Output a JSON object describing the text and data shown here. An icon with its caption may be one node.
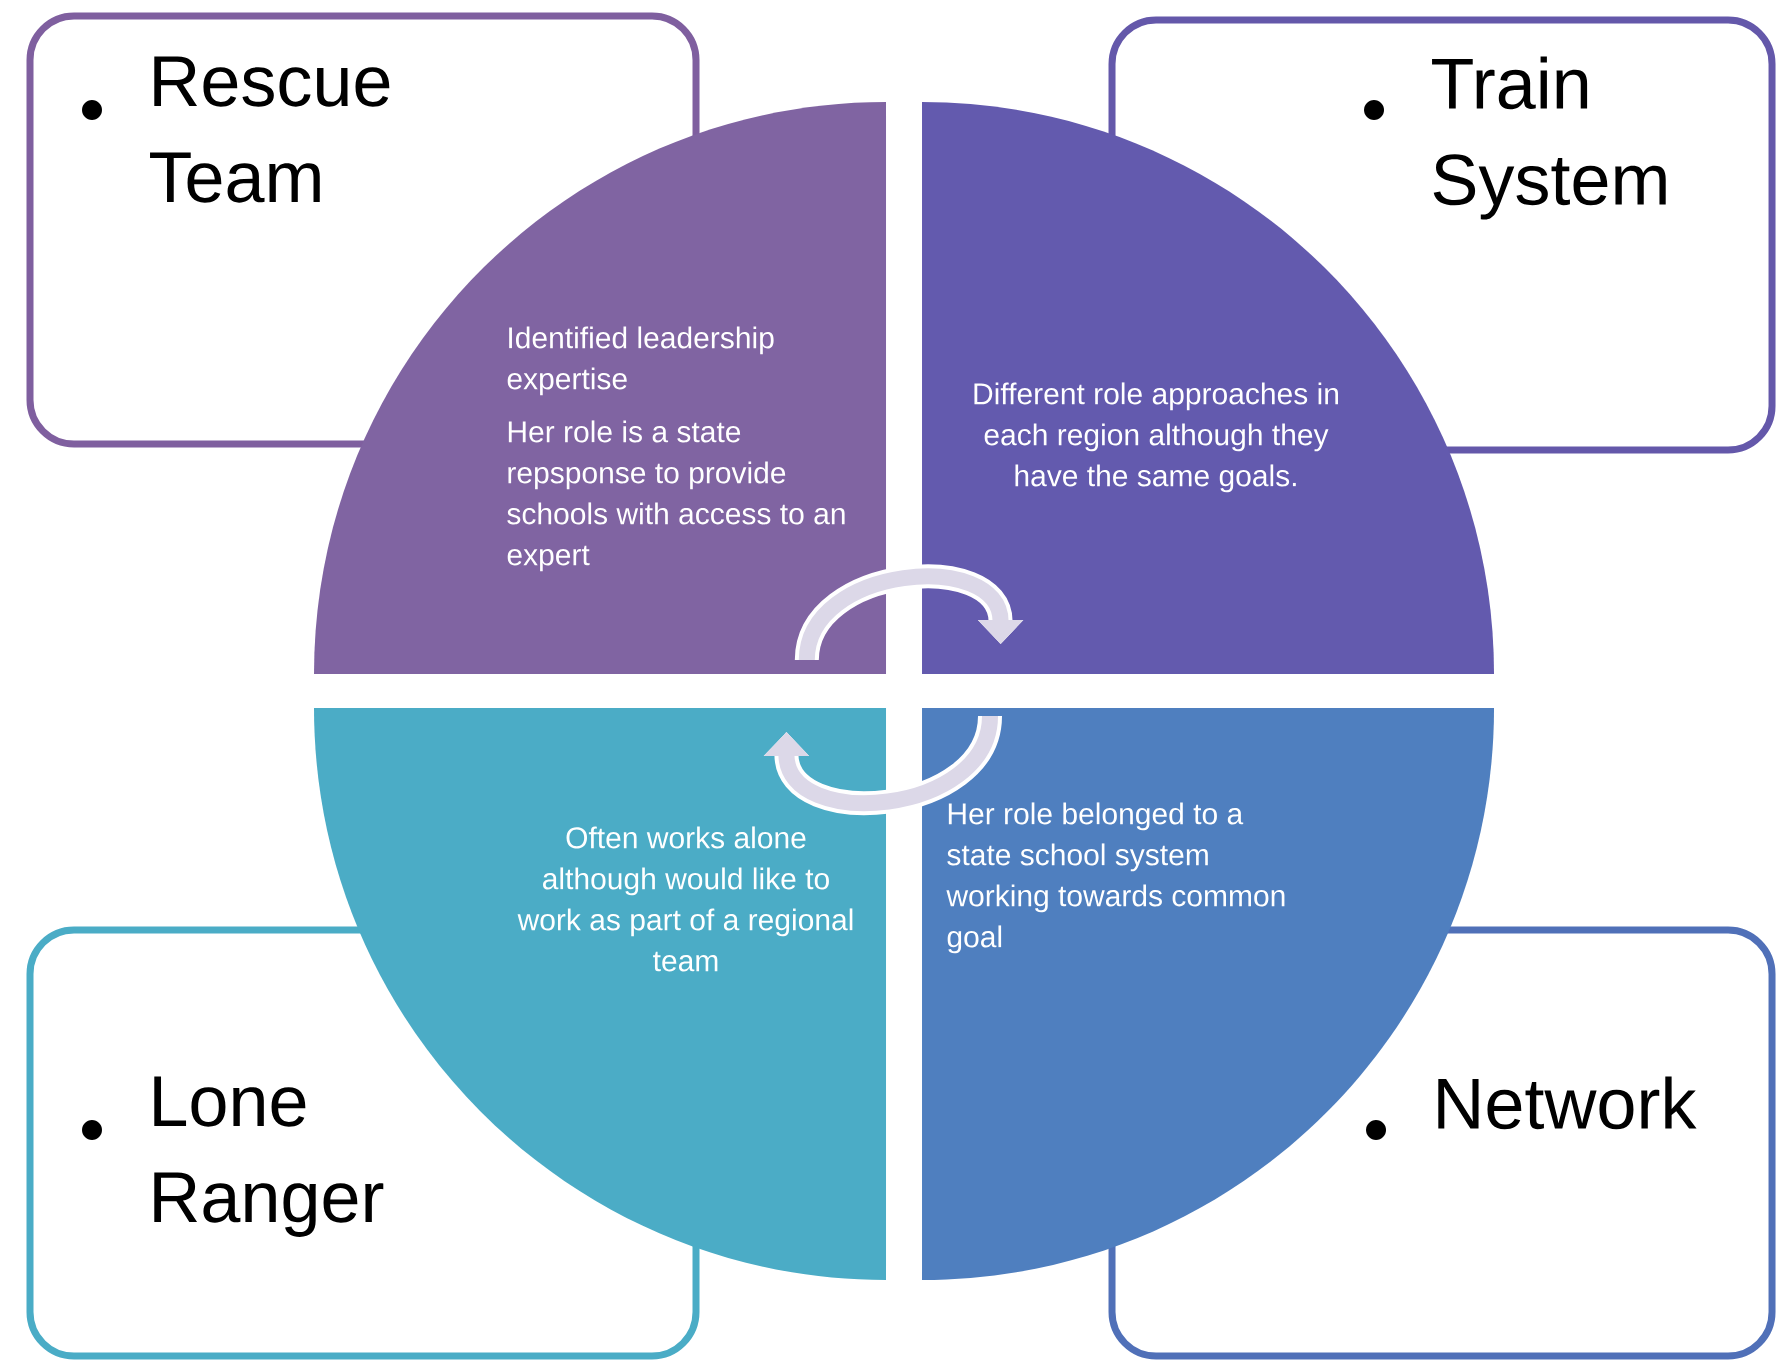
{
  "diagram": {
    "nodes": [
      {
        "text": [
          "Rescue Team"
        ]
      },
      {
        "text": [
          "Train System"
        ]
      },
      {
        "text": [
          "Lone Ranger"
        ]
      },
      {
        "text": [
          "Network"
        ]
      },
      {
        "text": [
          "Identified leadership expertise",
          "Her role is a state repsponse to provide schools with access to an expert"
        ]
      },
      {
        "text": [
          "Different role approaches in each region although they have the same goals."
        ]
      },
      {
        "text": [
          "Often works alone although would like to work as part of a regional team"
        ]
      },
      {
        "text": [
          "Her role belonged to a state school system working towards common goal"
        ]
      }
    ],
    "edges": [
      {
        "from": 4,
        "to": 5,
        "arrow": "to"
      },
      {
        "from": 7,
        "to": 6,
        "arrow": "to"
      }
    ]
  }
}
